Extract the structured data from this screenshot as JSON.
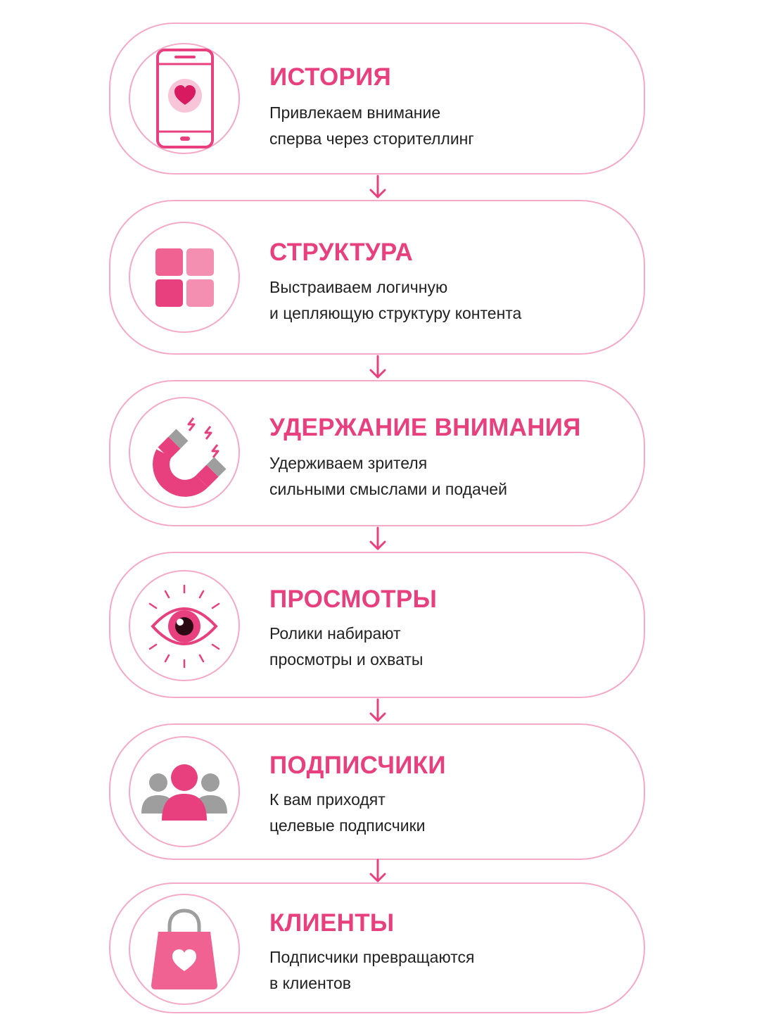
{
  "colors": {
    "accent": "#e8407f",
    "border": "#f4a9c7",
    "light": "#f48fb1",
    "gray": "#9e9e9e",
    "text": "#222222"
  },
  "steps": [
    {
      "title": "ИСТОРИЯ",
      "line1": "Привлекаем внимание",
      "line2": "сперва через сторителлинг",
      "icon": "phone-heart-icon"
    },
    {
      "title": "СТРУКТУРА",
      "line1": "Выстраиваем логичную",
      "line2": "и цепляющую структуру контента",
      "icon": "grid-icon"
    },
    {
      "title": "УДЕРЖАНИЕ ВНИМАНИЯ",
      "line1": "Удерживаем зрителя",
      "line2": "сильными смыслами и подачей",
      "icon": "magnet-icon"
    },
    {
      "title": "ПРОСМОТРЫ",
      "line1": "Ролики набирают",
      "line2": "просмотры и охваты",
      "icon": "eye-icon"
    },
    {
      "title": "ПОДПИСЧИКИ",
      "line1": "К вам приходят",
      "line2": "целевые подписчики",
      "icon": "users-icon"
    },
    {
      "title": "КЛИЕНТЫ",
      "line1": "Подписчики превращаются",
      "line2": "в клиентов",
      "icon": "shopping-bag-icon"
    }
  ]
}
